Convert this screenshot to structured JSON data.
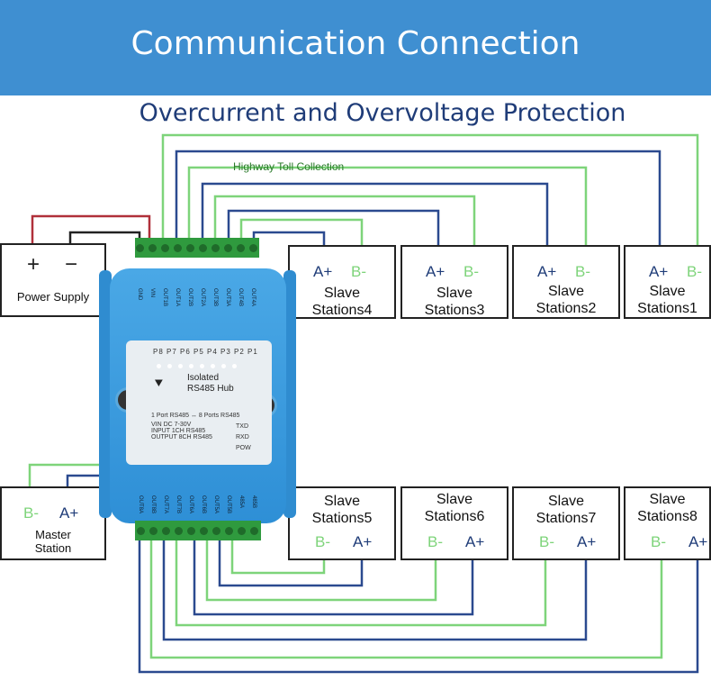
{
  "header": {
    "title": "Communication Connection"
  },
  "subtitle": "Overcurrent and Overvoltage Protection",
  "annotation": "Highway Toll Collection",
  "colors": {
    "header_bg": "#3f8fd1",
    "wire_green": "#7ed47a",
    "wire_blue": "#2b4a8f",
    "wire_red": "#b0303a",
    "wire_black": "#222222"
  },
  "power_supply": {
    "plus": "+",
    "minus": "−",
    "label": "Power Supply"
  },
  "master": {
    "b": "B-",
    "a": "A+",
    "label_line1": "Master",
    "label_line2": "Station"
  },
  "slaves_top": [
    {
      "a": "A+",
      "b": "B-",
      "line1": "Slave",
      "line2": "Stations4"
    },
    {
      "a": "A+",
      "b": "B-",
      "line1": "Slave",
      "line2": "Stations3"
    },
    {
      "a": "A+",
      "b": "B-",
      "line1": "Slave",
      "line2": "Stations2"
    },
    {
      "a": "A+",
      "b": "B-",
      "line1": "Slave",
      "line2": "Stations1"
    }
  ],
  "slaves_bottom": [
    {
      "a": "A+",
      "b": "B-",
      "line1": "Slave",
      "line2": "Stations5"
    },
    {
      "a": "A+",
      "b": "B-",
      "line1": "Slave",
      "line2": "Stations6"
    },
    {
      "a": "A+",
      "b": "B-",
      "line1": "Slave",
      "line2": "Stations7"
    },
    {
      "a": "A+",
      "b": "B-",
      "line1": "Slave",
      "line2": "Stations8"
    }
  ],
  "device": {
    "ports": "P8 P7 P6 P5 P4 P3 P2 P1",
    "name_line1": "Isolated",
    "name_line2": "RS485 Hub",
    "mapping": "1 Port RS485 ↔ 8 Ports RS485",
    "txd": "TXD",
    "rxd": "RXD",
    "pow": "POW",
    "spec_vin": "VIN  DC 7-30V",
    "spec_input": "INPUT  1CH RS485",
    "spec_output": "OUTPUT  8CH RS485",
    "top_terminals": [
      "GND",
      "VIN",
      "OUT1B",
      "OUT1A",
      "OUT2B",
      "OUT2A",
      "OUT3B",
      "OUT3A",
      "OUT4B",
      "OUT4A"
    ],
    "bottom_terminals": [
      "OUT8A",
      "OUT8B",
      "OUT7A",
      "OUT7B",
      "OUT6A",
      "OUT6B",
      "OUT5A",
      "OUT5B",
      "485A",
      "485B"
    ]
  }
}
